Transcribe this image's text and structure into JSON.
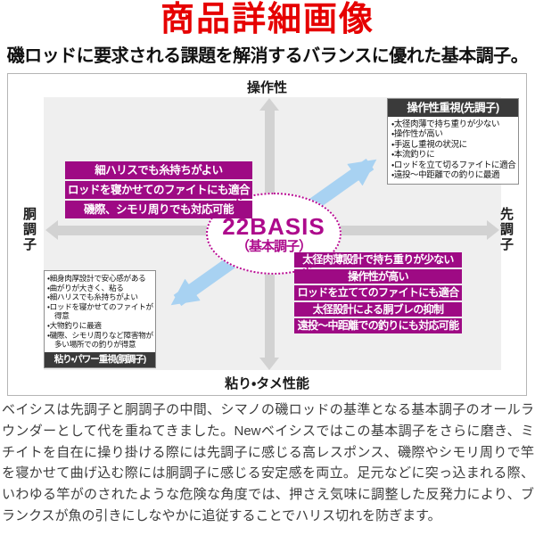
{
  "page": {
    "title": "商品詳細画像",
    "subtitle": "磯ロッドに要求される課題を解消するバランスに優れた基本調子。"
  },
  "colors": {
    "title_red": "#e60000",
    "accent_magenta": "#9e0a84",
    "header_dark": "#3a3a3a",
    "panel_gray": "#efefef",
    "axis_gray": "#d2d2d2",
    "arrow_blue": "#a8d2f2"
  },
  "chart": {
    "axis": {
      "top": "操作性",
      "bottom": "粘り・タメ性能",
      "left": "胴調子",
      "right": "先調子"
    },
    "center": {
      "line1": "22BASIS",
      "line2": "（基本調子）"
    },
    "left_points": [
      "細ハリスでも糸持ちがよい",
      "ロッドを寝かせてのファイトにも適合",
      "磯際、シモリ周りでも対応可能"
    ],
    "right_points": [
      "太径肉薄設計で持ち重りが少ない",
      "操作性が高い",
      "ロッドを立ててのファイトにも適合",
      "太径設計による胴ブレの抑制",
      "遠投～中距離での釣りにも対応可能"
    ],
    "top_right_box": {
      "header": "操作性重視(先調子)",
      "items": [
        "・太径肉薄で持ち重りが少ない",
        "・操作性が高い",
        "・手返し重視の状況に",
        "・本流釣りに",
        "・ロッドを立て切るファイトに適合",
        "・遠投～中距離での釣りに最適"
      ]
    },
    "bottom_left_box": {
      "footer": "粘り・パワー重視(胴調子)",
      "items": [
        "・細身肉厚設計で安心感がある",
        "・曲がりが大きく、粘る",
        "・細ハリスでも糸持ちがよい",
        "・ロッドを寝かせてのファイトが得意",
        "・大物釣りに最適",
        "・磯際、シモリ周りなど障害物が多い場所での釣りが得意"
      ]
    }
  },
  "description": "ベイシスは先調子と胴調子の中間、シマノの磯ロッドの基準となる基本調子のオールラウンダーとして代を重ねてきました。Newベイシスではこの基本調子をさらに磨き、ミチイトを自在に操り掛ける際には先調子に感じる高レスポンス、磯際やシモリ周りで竿を寝かせて曲げ込む際には胴調子に感じる安定感を両立。足元などに突っ込まれる際、いわゆる竿がのされたような危険な角度では、押さえ気味に調整した反発力により、ブランクスが魚の引きにしなやかに追従することでハリス切れを防ぎます。"
}
